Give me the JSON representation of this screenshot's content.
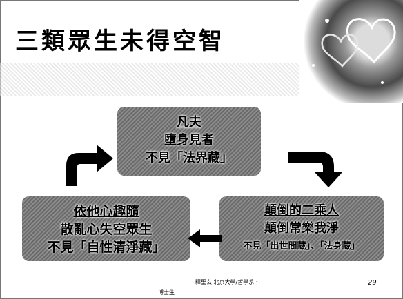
{
  "slide": {
    "title": "三類眾生未得空智",
    "boxes": {
      "top": {
        "line1": "凡夫",
        "line2": "墮身見者",
        "line3": "不見「法界藏」"
      },
      "left": {
        "line1": "依他心趣隨",
        "line2": "散亂心失空眾生",
        "line3": "不見「自性清淨藏」"
      },
      "right": {
        "line1": "顛倒的二乘人",
        "line2": "顛倒常樂我淨",
        "line3": "不見「出世間藏」、「法身藏」"
      }
    },
    "footer": {
      "line1": "釋聖玄  北京大學/哲學系・",
      "line2": "博士生",
      "page": "29"
    }
  }
}
